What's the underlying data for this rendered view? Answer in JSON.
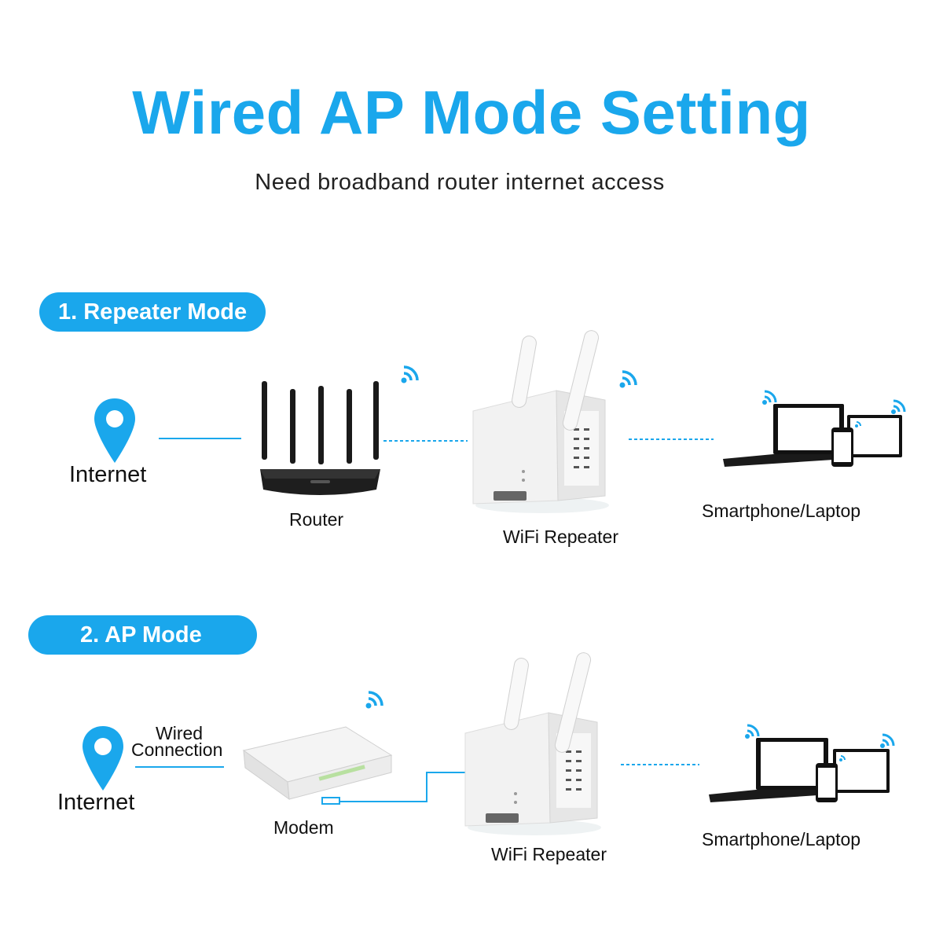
{
  "title": "Wired AP Mode Setting",
  "subtitle": "Need broadband router internet access",
  "colors": {
    "accent": "#1aa7ec",
    "text": "#111111"
  },
  "section1": {
    "label": "1. Repeater Mode",
    "internet": "Internet",
    "router": "Router",
    "repeater": "WiFi Repeater",
    "clients": "Smartphone/Laptop"
  },
  "section2": {
    "label": "2. AP Mode",
    "internet": "Internet",
    "wired_line1": "Wired",
    "wired_line2": "Connection",
    "modem": "Modem",
    "repeater": "WiFi Repeater",
    "clients": "Smartphone/Laptop"
  },
  "icons": [
    "location-pin-icon",
    "wifi-signal-icon"
  ]
}
